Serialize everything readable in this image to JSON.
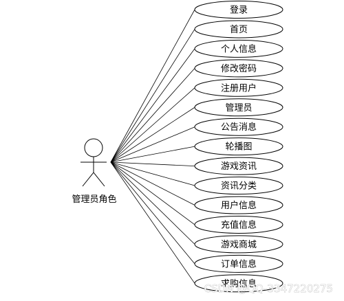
{
  "actor": {
    "label": "管理员角色"
  },
  "use_cases": [
    "登录",
    "首页",
    "个人信息",
    "修改密码",
    "注册用户",
    "管理员",
    "公告消息",
    "轮播图",
    "游戏资讯",
    "资讯分类",
    "用户信息",
    "充值信息",
    "游戏商城",
    "订单信息",
    "求购信息"
  ],
  "watermark": {
    "text": "CSDN @QQ-3347220275"
  }
}
